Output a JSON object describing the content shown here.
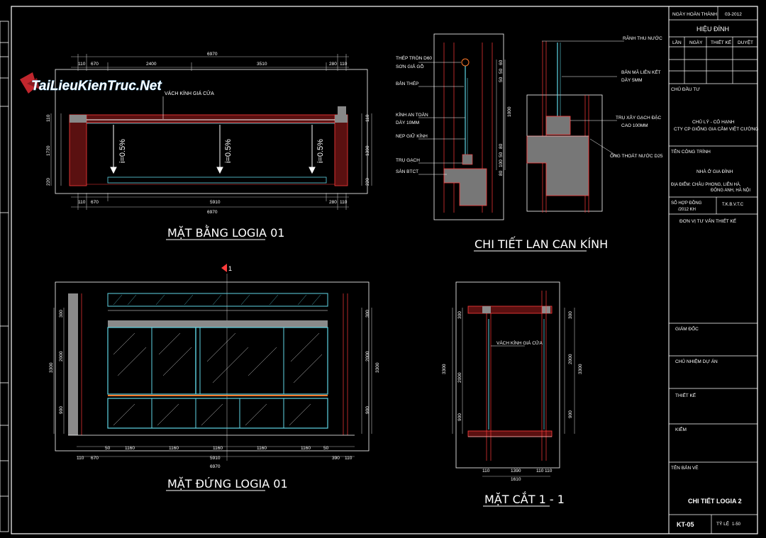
{
  "watermark": {
    "text": "TaiLieuKienTruc.Net"
  },
  "colors": {
    "background": "#000000",
    "wall_red": "#ff3b3b",
    "glass_cyan": "#5fd6e6",
    "frame_white": "#ffffff",
    "dim_gray": "#bbbbbb",
    "title_red": "#ff2a2a",
    "slope_magenta": "#ff7fd6",
    "gray_fill": "#8a8a8a"
  },
  "plan": {
    "title": "MẶT BẰNG LOGIA 01",
    "top_dims": [
      "110",
      "670",
      "2400",
      "3510",
      "280",
      "110"
    ],
    "overall": "6970",
    "bottom_dims": [
      "110",
      "670",
      "5910",
      "280",
      "110"
    ],
    "left_dims": [
      "110",
      "1720",
      "220"
    ],
    "right_dims": [
      "110",
      "1390",
      "220"
    ],
    "label": "VÁCH KÍNH GIÁ CỬA",
    "slopes": [
      "i=0.5%",
      "i=0.5%",
      "i=0.5%"
    ]
  },
  "railing": {
    "title": "CHI TIẾT LAN CAN KÍNH",
    "left_labels": [
      "THÉP TRÒN D60",
      "SƠN GIẢ GỖ",
      "BẢN THÉP",
      "KÍNH AN TOÀN",
      "DÀY 10MM",
      "NẸP GIỮ KÍNH",
      "TRỤ GẠCH",
      "SÀN BTCT"
    ],
    "right_labels": [
      "RÃNH THU NƯỚC",
      "BẢN MÃ LIÊN KẾT",
      "DÀY 5MM",
      "TRỤ XÂY GẠCH ĐẶC",
      "CAO 100MM",
      "ỐNG THOÁT NƯỚC D25"
    ],
    "dims": [
      "60",
      "50",
      "50",
      "1000",
      "80",
      "50",
      "100",
      "80"
    ]
  },
  "elevation": {
    "title": "MẶT ĐỨNG LOGIA 01",
    "marker": "1",
    "bottom_row1": [
      "50",
      "1160",
      "1160",
      "1160",
      "1160",
      "1160",
      "50"
    ],
    "bottom_row2": [
      "670",
      "5910",
      "390"
    ],
    "bottom_row2_extra": [
      "110",
      "110"
    ],
    "overall": "6970",
    "left_dims": [
      "300",
      "2000",
      "900"
    ],
    "overall_height": "3300",
    "right_dims": [
      "300",
      "2000",
      "900"
    ]
  },
  "section": {
    "title": "MẶT CẮT 1 - 1",
    "label": "VÁCH KÍNH GIÁ CỬA",
    "left_dims": [
      "300",
      "2000",
      "900"
    ],
    "overall_height": "3300",
    "right_dims": [
      "300",
      "2000",
      "900"
    ],
    "bottom_dims": [
      "110",
      "1390",
      "110",
      "110"
    ],
    "overall": "1610"
  },
  "title_block": {
    "completion_label": "NGÀY HOÀN THÀNH",
    "completion_value": "03-2012",
    "revision_header": "HIỆU ĐÍNH",
    "revision_cols": [
      "LẦN",
      "NGÀY",
      "THIẾT KẾ",
      "DUYỆT"
    ],
    "owner_label": "CHỦ ĐẦU TƯ",
    "owner_lines": [
      "CHỦ LÝ - CÔ HẠNH",
      "CTY CP GIỐNG GIA CẦM VIỆT CƯỜNG"
    ],
    "project_label": "TÊN CÔNG TRÌNH",
    "project_name": "NHÀ Ở GIA ĐÌNH",
    "address_lines": [
      "ĐỊA ĐIỂM: CHÂU PHONG, LIÊN HÀ,",
      "ĐÔNG ANH, HÀ NỘI"
    ],
    "contract_lines": [
      "SỐ HỢP ĐỒNG",
      "/2012 KH"
    ],
    "stage": "T.K.B.V.T.C",
    "consultant_label": "ĐƠN VỊ TƯ VẤN THIẾT KẾ",
    "roles": [
      "GIÁM ĐỐC",
      "CHỦ NHIỆM DỰ ÁN",
      "THIẾT KẾ",
      "KIỂM"
    ],
    "drawing_label": "TÊN BẢN VẼ",
    "drawing_name": "CHI TIẾT LOGIA 2",
    "drawing_no": "KT-05",
    "scale_label": "TỶ LỆ",
    "scale_value": "1-50"
  }
}
